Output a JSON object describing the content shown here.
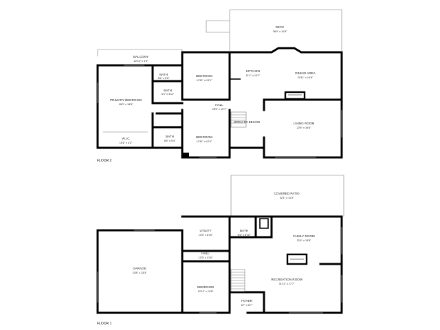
{
  "floors": [
    {
      "label": "FLOOR 2",
      "rooms": [
        {
          "id": "deck",
          "name": "DECK",
          "dim": "38'4\" x 11'8\""
        },
        {
          "id": "balcony",
          "name": "BALCONY",
          "dim": "22'10\" x 4'5\""
        },
        {
          "id": "primary-bedroom",
          "name": "PRIMARY BEDROOM",
          "dim": "18'0\" x 18'8\""
        },
        {
          "id": "bath-a",
          "name": "BATH",
          "dim": "8'4\" x 5'0\""
        },
        {
          "id": "bath-b",
          "name": "BATH",
          "dim": "6'4\" x 3'11\""
        },
        {
          "id": "bedroom-a",
          "name": "BEDROOM",
          "dim": "12'11\" x 13'1\""
        },
        {
          "id": "kitchen",
          "name": "KITCHEN",
          "dim": "11'1\" x 13'1\""
        },
        {
          "id": "dining-area",
          "name": "DINING AREA",
          "dim": "20'11\" x 14'8\""
        },
        {
          "id": "hall",
          "name": "HALL",
          "dim": "28'9\" x 10'7\""
        },
        {
          "id": "open-to-below",
          "name": "OPEN TO BELOW",
          "dim": ""
        },
        {
          "id": "living-room",
          "name": "LIVING ROOM",
          "dim": "22'6\" x 16'6\""
        },
        {
          "id": "wic",
          "name": "W.I.C",
          "dim": "15'1\" x 4'2\""
        },
        {
          "id": "bath-c",
          "name": "BATH",
          "dim": "8'5\" x 5'4\""
        },
        {
          "id": "bedroom-b",
          "name": "BEDROOM",
          "dim": "12'11\" x 12'4\""
        }
      ]
    },
    {
      "label": "FLOOR 1",
      "rooms": [
        {
          "id": "covered-patio",
          "name": "COVERED PATIO",
          "dim": "32'1\" x 11'3\""
        },
        {
          "id": "utility",
          "name": "UTILITY",
          "dim": "13'3\" x 8'10\""
        },
        {
          "id": "bath-d",
          "name": "BATH",
          "dim": "6'6\" x 8'10\""
        },
        {
          "id": "family-room",
          "name": "FAMILY ROOM",
          "dim": "22'4\" x 13'8\""
        },
        {
          "id": "garage",
          "name": "GARAGE",
          "dim": "23'8\" x 23'3\""
        },
        {
          "id": "hall-1",
          "name": "HALL",
          "dim": "13'3\" x 3'10\""
        },
        {
          "id": "recreation-room",
          "name": "RECREATION ROOM",
          "dim": "31'11\" x 17'7\""
        },
        {
          "id": "bedroom-c",
          "name": "BEDROOM",
          "dim": "12'11\" x 13'8\""
        },
        {
          "id": "foyer",
          "name": "FOYER",
          "dim": "6'7\" x 6'7\""
        }
      ]
    }
  ]
}
